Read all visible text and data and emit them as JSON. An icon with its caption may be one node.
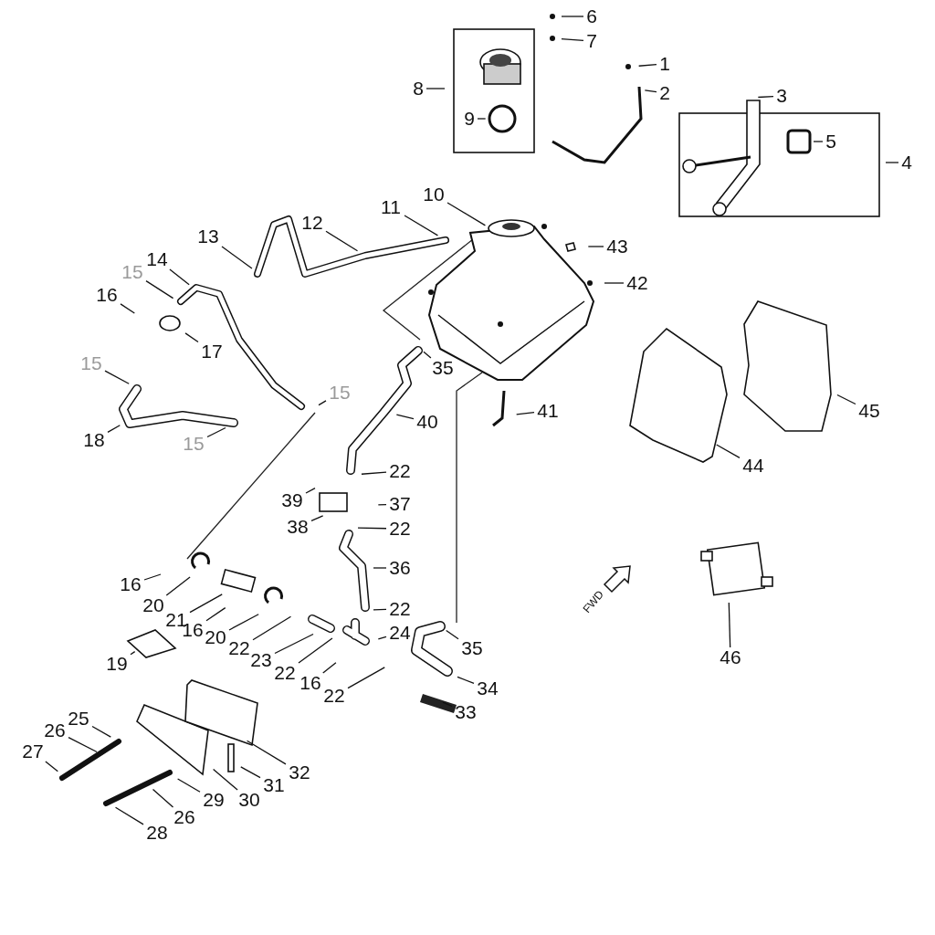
{
  "diagram": {
    "nodes": [
      {
        "text": [
          "6"
        ]
      },
      {
        "text": [
          "7"
        ]
      },
      {
        "text": [
          "8"
        ]
      },
      {
        "text": [
          "1"
        ]
      },
      {
        "text": [
          "9"
        ]
      },
      {
        "text": [
          "2"
        ]
      },
      {
        "text": [
          "3"
        ]
      },
      {
        "text": [
          "5"
        ]
      },
      {
        "text": [
          "4"
        ]
      },
      {
        "text": [
          "10"
        ]
      },
      {
        "text": [
          "11"
        ]
      },
      {
        "text": [
          "12"
        ]
      },
      {
        "text": [
          "43"
        ]
      },
      {
        "text": [
          "13"
        ]
      },
      {
        "text": [
          "14"
        ]
      },
      {
        "text": [
          "15"
        ]
      },
      {
        "text": [
          "42"
        ]
      },
      {
        "text": [
          "16"
        ]
      },
      {
        "text": [
          "17"
        ]
      },
      {
        "text": [
          "15"
        ]
      },
      {
        "text": [
          "35"
        ]
      },
      {
        "text": [
          "15"
        ]
      },
      {
        "text": [
          "41"
        ]
      },
      {
        "text": [
          "45"
        ]
      },
      {
        "text": [
          "18"
        ]
      },
      {
        "text": [
          "40"
        ]
      },
      {
        "text": [
          "15"
        ]
      },
      {
        "text": [
          "44"
        ]
      },
      {
        "text": [
          "22"
        ]
      },
      {
        "text": [
          "39"
        ]
      },
      {
        "text": [
          "37"
        ]
      },
      {
        "text": [
          "38"
        ]
      },
      {
        "text": [
          "22"
        ]
      },
      {
        "text": [
          "36"
        ]
      },
      {
        "text": [
          "16"
        ]
      },
      {
        "text": [
          "20"
        ]
      },
      {
        "text": [
          "46"
        ]
      },
      {
        "text": [
          "22"
        ]
      },
      {
        "text": [
          "21"
        ]
      },
      {
        "text": [
          "16"
        ]
      },
      {
        "text": [
          "20"
        ]
      },
      {
        "text": [
          "35"
        ]
      },
      {
        "text": [
          "24"
        ]
      },
      {
        "text": [
          "22"
        ]
      },
      {
        "text": [
          "19"
        ]
      },
      {
        "text": [
          "23"
        ]
      },
      {
        "text": [
          "22"
        ]
      },
      {
        "text": [
          "34"
        ]
      },
      {
        "text": [
          "16"
        ]
      },
      {
        "text": [
          "22"
        ]
      },
      {
        "text": [
          "33"
        ]
      },
      {
        "text": [
          "25"
        ]
      },
      {
        "text": [
          "26"
        ]
      },
      {
        "text": [
          "27"
        ]
      },
      {
        "text": [
          "32"
        ]
      },
      {
        "text": [
          "31"
        ]
      },
      {
        "text": [
          "30"
        ]
      },
      {
        "text": [
          "29"
        ]
      },
      {
        "text": [
          "26"
        ]
      },
      {
        "text": [
          "28"
        ]
      }
    ],
    "edges": [
      {
        "from": 0,
        "to": null,
        "arrow": "none"
      },
      {
        "from": 1,
        "to": null,
        "arrow": "none"
      },
      {
        "from": 2,
        "to": null,
        "arrow": "none"
      },
      {
        "from": 3,
        "to": null,
        "arrow": "none"
      },
      {
        "from": 4,
        "to": null,
        "arrow": "none"
      },
      {
        "from": 5,
        "to": null,
        "arrow": "none"
      },
      {
        "from": 6,
        "to": null,
        "arrow": "none"
      },
      {
        "from": 7,
        "to": null,
        "arrow": "none"
      },
      {
        "from": 8,
        "to": null,
        "arrow": "none"
      },
      {
        "from": 9,
        "to": null,
        "arrow": "none"
      },
      {
        "from": 10,
        "to": null,
        "arrow": "none"
      },
      {
        "from": 11,
        "to": null,
        "arrow": "none"
      },
      {
        "from": 12,
        "to": null,
        "arrow": "none"
      },
      {
        "from": 13,
        "to": null,
        "arrow": "none"
      },
      {
        "from": 14,
        "to": null,
        "arrow": "none"
      },
      {
        "from": 15,
        "to": null,
        "arrow": "none"
      },
      {
        "from": 16,
        "to": null,
        "arrow": "none"
      },
      {
        "from": 17,
        "to": null,
        "arrow": "none"
      },
      {
        "from": 18,
        "to": null,
        "arrow": "none"
      },
      {
        "from": 19,
        "to": null,
        "arrow": "none"
      },
      {
        "from": 20,
        "to": null,
        "arrow": "none"
      },
      {
        "from": 21,
        "to": null,
        "arrow": "none"
      },
      {
        "from": 22,
        "to": null,
        "arrow": "none"
      },
      {
        "from": 23,
        "to": null,
        "arrow": "none"
      },
      {
        "from": 24,
        "to": null,
        "arrow": "none"
      },
      {
        "from": 25,
        "to": null,
        "arrow": "none"
      },
      {
        "from": 26,
        "to": null,
        "arrow": "none"
      },
      {
        "from": 27,
        "to": null,
        "arrow": "none"
      },
      {
        "from": 28,
        "to": null,
        "arrow": "none"
      },
      {
        "from": 29,
        "to": null,
        "arrow": "none"
      },
      {
        "from": 30,
        "to": null,
        "arrow": "none"
      },
      {
        "from": 31,
        "to": null,
        "arrow": "none"
      },
      {
        "from": 32,
        "to": null,
        "arrow": "none"
      },
      {
        "from": 33,
        "to": null,
        "arrow": "none"
      },
      {
        "from": 34,
        "to": null,
        "arrow": "none"
      },
      {
        "from": 35,
        "to": null,
        "arrow": "none"
      },
      {
        "from": 36,
        "to": null,
        "arrow": "none"
      },
      {
        "from": 37,
        "to": null,
        "arrow": "none"
      },
      {
        "from": 38,
        "to": null,
        "arrow": "none"
      },
      {
        "from": 39,
        "to": null,
        "arrow": "none"
      },
      {
        "from": 40,
        "to": null,
        "arrow": "none"
      },
      {
        "from": 41,
        "to": null,
        "arrow": "none"
      },
      {
        "from": 42,
        "to": null,
        "arrow": "none"
      },
      {
        "from": 43,
        "to": null,
        "arrow": "none"
      },
      {
        "from": 44,
        "to": null,
        "arrow": "none"
      },
      {
        "from": 45,
        "to": null,
        "arrow": "none"
      },
      {
        "from": 46,
        "to": null,
        "arrow": "none"
      },
      {
        "from": 47,
        "to": null,
        "arrow": "none"
      },
      {
        "from": 48,
        "to": null,
        "arrow": "none"
      },
      {
        "from": 49,
        "to": null,
        "arrow": "none"
      },
      {
        "from": 50,
        "to": null,
        "arrow": "none"
      },
      {
        "from": 51,
        "to": null,
        "arrow": "none"
      },
      {
        "from": 52,
        "to": null,
        "arrow": "none"
      },
      {
        "from": 53,
        "to": null,
        "arrow": "none"
      },
      {
        "from": 54,
        "to": null,
        "arrow": "none"
      },
      {
        "from": 55,
        "to": null,
        "arrow": "none"
      },
      {
        "from": 56,
        "to": null,
        "arrow": "none"
      },
      {
        "from": 57,
        "to": null,
        "arrow": "none"
      },
      {
        "from": 58,
        "to": null,
        "arrow": "none"
      },
      {
        "from": 59,
        "to": null,
        "arrow": "none"
      }
    ],
    "labels": [
      "FWD"
    ]
  }
}
